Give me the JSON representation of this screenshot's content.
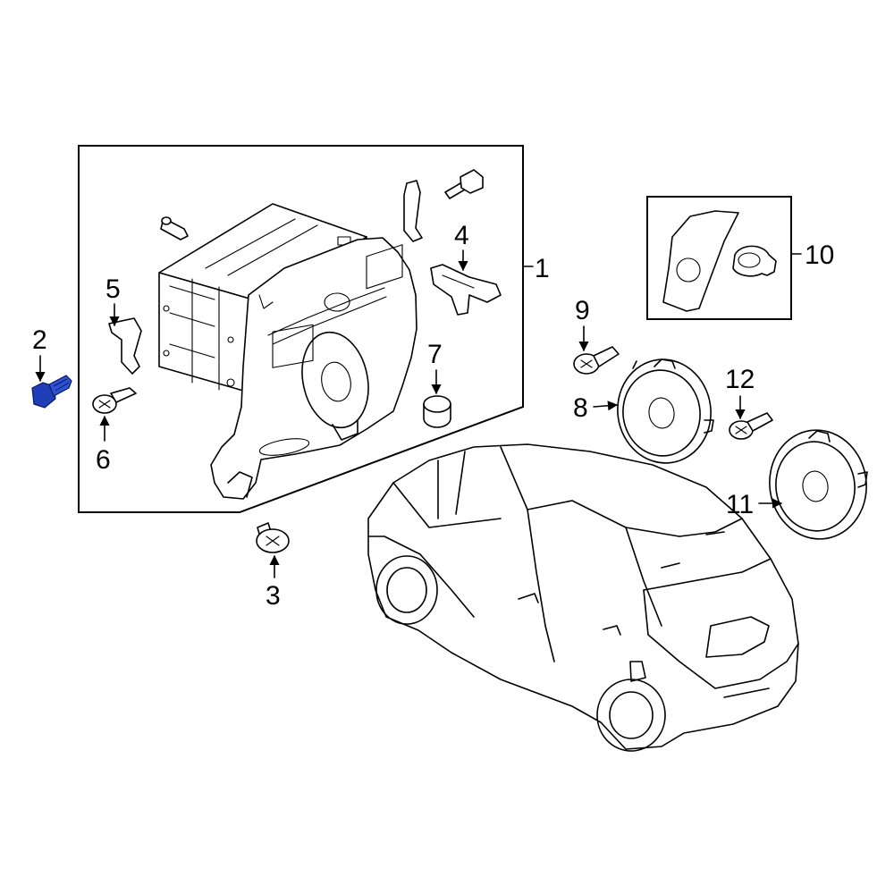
{
  "diagram": {
    "highlight_color": "#1f3fb8",
    "callouts": [
      {
        "id": "1",
        "label": "1"
      },
      {
        "id": "2",
        "label": "2"
      },
      {
        "id": "3",
        "label": "3"
      },
      {
        "id": "4",
        "label": "4"
      },
      {
        "id": "5",
        "label": "5"
      },
      {
        "id": "6",
        "label": "6"
      },
      {
        "id": "7",
        "label": "7"
      },
      {
        "id": "8",
        "label": "8"
      },
      {
        "id": "9",
        "label": "9"
      },
      {
        "id": "10",
        "label": "10"
      },
      {
        "id": "11",
        "label": "11"
      },
      {
        "id": "12",
        "label": "12"
      }
    ],
    "highlighted_part": "2"
  }
}
